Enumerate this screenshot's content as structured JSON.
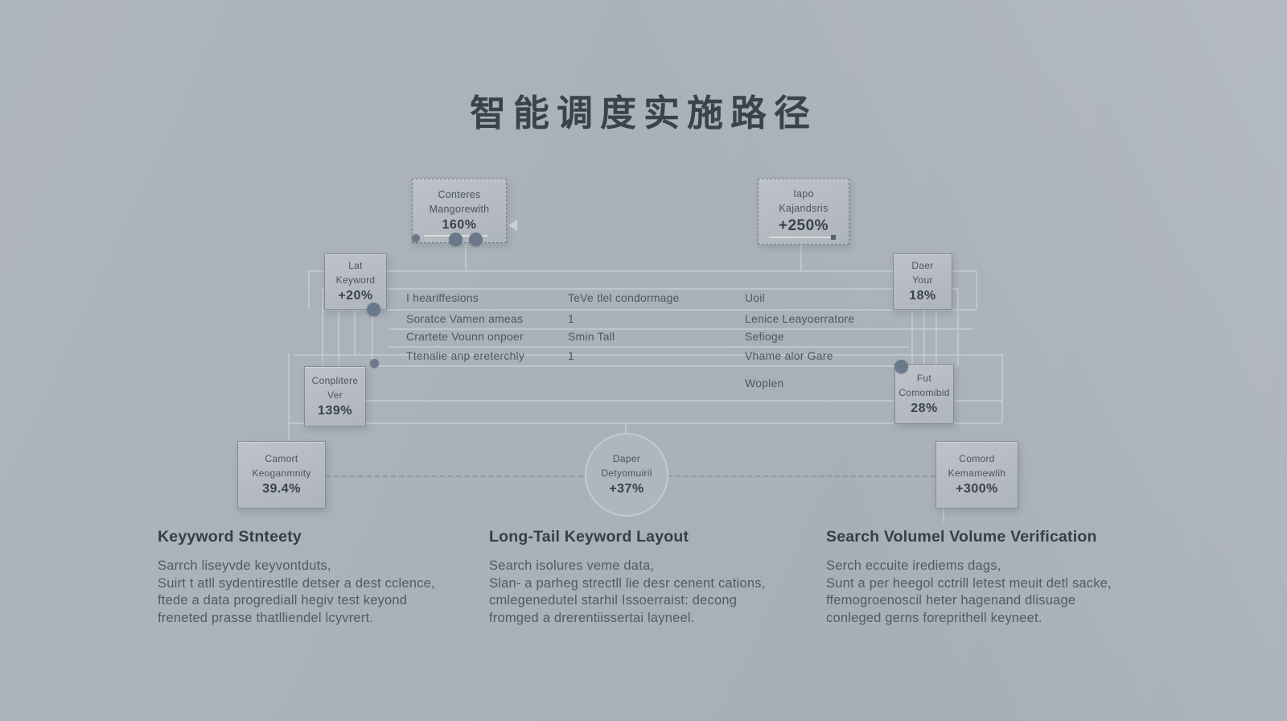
{
  "title": "智能调度实施路径",
  "colors": {
    "background": "#aab1b8",
    "box_fill": "#b7bdc3",
    "connector_line": "#c6cdd2",
    "dot": "#69798a",
    "heading_text": "#353f47",
    "body_text": "#505b65"
  },
  "nodes": [
    {
      "lines": [
        "Conteres",
        "Mangorewith"
      ],
      "value": "160%"
    },
    {
      "lines": [
        "Iapo",
        "Kajandsris"
      ],
      "value": "+250%"
    },
    {
      "lines": [
        "Lat",
        "Keyword"
      ],
      "value": "+20%"
    },
    {
      "lines": [
        "Daer",
        "Your"
      ],
      "value": "18%"
    },
    {
      "lines": [
        "Conplitere",
        "Ver"
      ],
      "value": "139%"
    },
    {
      "lines": [
        "Fut",
        "Comomibid"
      ],
      "value": "28%"
    },
    {
      "lines": [
        "Camort",
        "Keoganmnity"
      ],
      "value": "39.4%"
    },
    {
      "lines": [
        "Daper",
        "Detyomuiril"
      ],
      "value": "+37%"
    },
    {
      "lines": [
        "Comord",
        "Kemamewlih"
      ],
      "value": "+300%"
    }
  ],
  "table": {
    "rows": [
      [
        "I heariffesions",
        "TeVe tlel condormage",
        "Uoil"
      ],
      [
        "Soratce Vamen ameas",
        "1",
        "Lenice Leayoerratore"
      ],
      [
        "Crartete Vounn onpoer",
        "Smin Tall",
        "Sefioge"
      ],
      [
        "Ttenalie anp ereterchly",
        "1",
        "Vhame alor Gare"
      ],
      [
        "",
        "",
        "Woplen"
      ]
    ]
  },
  "sections": [
    {
      "heading": "Keyyword Stnteety",
      "lines": [
        "Sarrch liseyvde keyvontduts,",
        "Suirt t atll sydentirestlle detser a dest cclence,",
        "ftede a data progrediall hegiv test keyond",
        "freneted prasse thatlliendel lcyvrert."
      ]
    },
    {
      "heading": "Long-Tail Keyword Layout",
      "lines": [
        "Search isolures veme data,",
        "Slan- a parheg strectll lie desr cenent cations,",
        "cmlegenedutel starhil Issoerraist: decong",
        "fromged a drerentiissertai layneel."
      ]
    },
    {
      "heading": "Search Volumel Volume Verification",
      "lines": [
        "Serch eccuite irediems dags,",
        "Sunt a per heegol cctrill letest meuit detl sacke,",
        "ffemogroenoscil heter hagenand dlisuage",
        "conleged gerns foreprithell keyneet."
      ]
    }
  ]
}
